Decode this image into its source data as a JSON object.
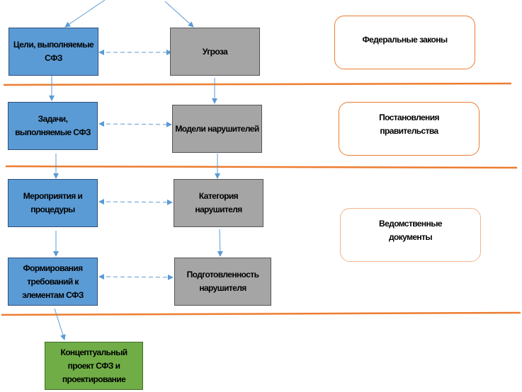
{
  "diagram": {
    "left_column": [
      {
        "id": "goals",
        "label": "Цели, выполняемые СФЗ"
      },
      {
        "id": "tasks",
        "label": "Задачи, выполняемые СФЗ"
      },
      {
        "id": "measures",
        "label": "Мероприятия и процедуры"
      },
      {
        "id": "requirements",
        "label": "Формирования требований к элементам СФЗ"
      }
    ],
    "right_column": [
      {
        "id": "threat",
        "label": "Угроза"
      },
      {
        "id": "intruder_models",
        "label": "Модели нарушителей"
      },
      {
        "id": "intruder_category",
        "label": "Категория нарушителя"
      },
      {
        "id": "intruder_preparedness",
        "label": "Подготовленность нарушителя"
      }
    ],
    "result": {
      "id": "concept",
      "label": "Концептуальный проект СФЗ и проектирование"
    },
    "documents": [
      {
        "id": "federal_laws",
        "label": "Федеральные законы"
      },
      {
        "id": "government_decrees",
        "label": "Постановления правительства"
      },
      {
        "id": "departmental_documents",
        "label": "Ведомственные документы"
      }
    ],
    "colors": {
      "left_fill": "#5b9bd5",
      "right_fill": "#a5a5a5",
      "result_fill": "#70ad47",
      "separator": "#ed7d31",
      "arrow": "#5b9bd5"
    }
  }
}
